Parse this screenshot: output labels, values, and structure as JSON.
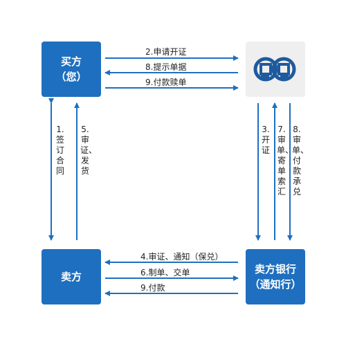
{
  "colors": {
    "accent": "#1e6fbf",
    "logo_bg": "#efefef"
  },
  "nodes": {
    "buyer": {
      "line1": "买方",
      "line2": "（您）"
    },
    "seller": {
      "line1": "卖方"
    },
    "seller_bank": {
      "line1": "卖方银行",
      "line2": "（通知行）"
    },
    "bank_logo": {
      "icon": "bank-logo-icon"
    }
  },
  "edges": {
    "top1": "2.申请开证",
    "top2": "8.提示单据",
    "top3": "9.付款赎单",
    "bottom1": "4.审证、通知（保兑）",
    "bottom2": "6.制单、交单",
    "bottom3": "9.付款",
    "left1": "1.签订合同",
    "left2": "5.审证、发货",
    "right1": "3.开证",
    "right2": "7.审单、寄单索汇",
    "right3": "8.审单、付款承兑"
  }
}
